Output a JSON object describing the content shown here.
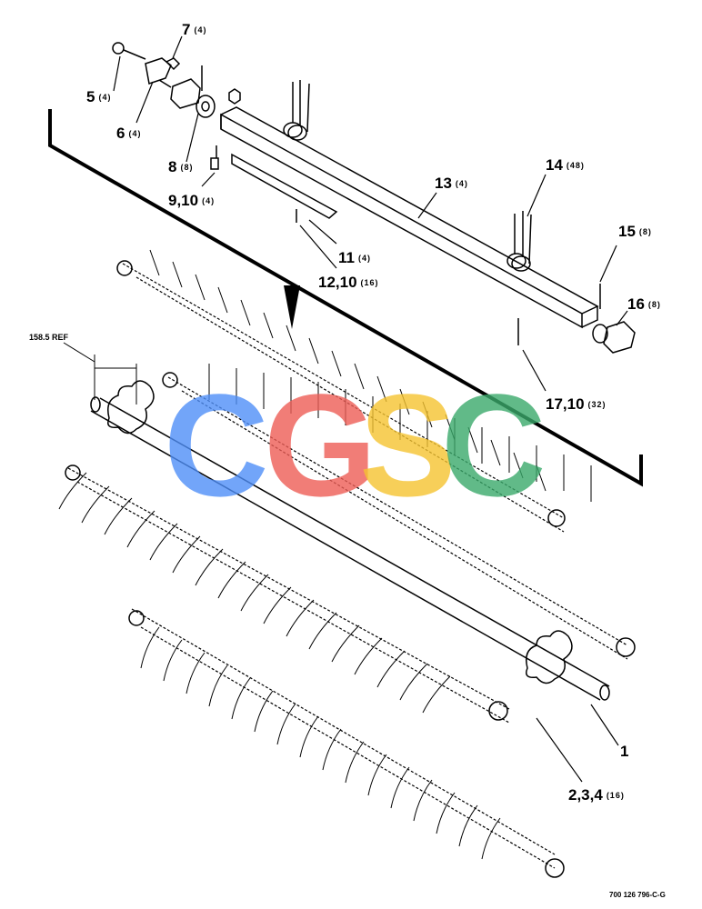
{
  "diagram": {
    "callouts": [
      {
        "id": "c5",
        "num": "5",
        "qty": "(4)"
      },
      {
        "id": "c7",
        "num": "7",
        "qty": "(4)"
      },
      {
        "id": "c6",
        "num": "6",
        "qty": "(4)"
      },
      {
        "id": "c8",
        "num": "8",
        "qty": "(8)"
      },
      {
        "id": "c9",
        "num": "9,10",
        "qty": "(4)"
      },
      {
        "id": "c13",
        "num": "13",
        "qty": "(4)"
      },
      {
        "id": "c14",
        "num": "14",
        "qty": "(48)"
      },
      {
        "id": "c11",
        "num": "11",
        "qty": "(4)"
      },
      {
        "id": "c12",
        "num": "12,10",
        "qty": "(16)"
      },
      {
        "id": "c15",
        "num": "15",
        "qty": "(8)"
      },
      {
        "id": "c16",
        "num": "16",
        "qty": "(8)"
      },
      {
        "id": "c17",
        "num": "17,10",
        "qty": "(32)"
      },
      {
        "id": "c1",
        "num": "1",
        "qty": ""
      },
      {
        "id": "c2",
        "num": "2,3,4",
        "qty": "(16)"
      }
    ],
    "ref_label": "158.5 REF",
    "drawing_id": "700 126 796-C-G",
    "watermark": {
      "letters": [
        "C",
        "G",
        "S",
        "C"
      ],
      "colors": [
        "#4f8ef7",
        "#ee5c55",
        "#f5c330",
        "#3aa96a"
      ]
    },
    "line_color": "#000000"
  }
}
